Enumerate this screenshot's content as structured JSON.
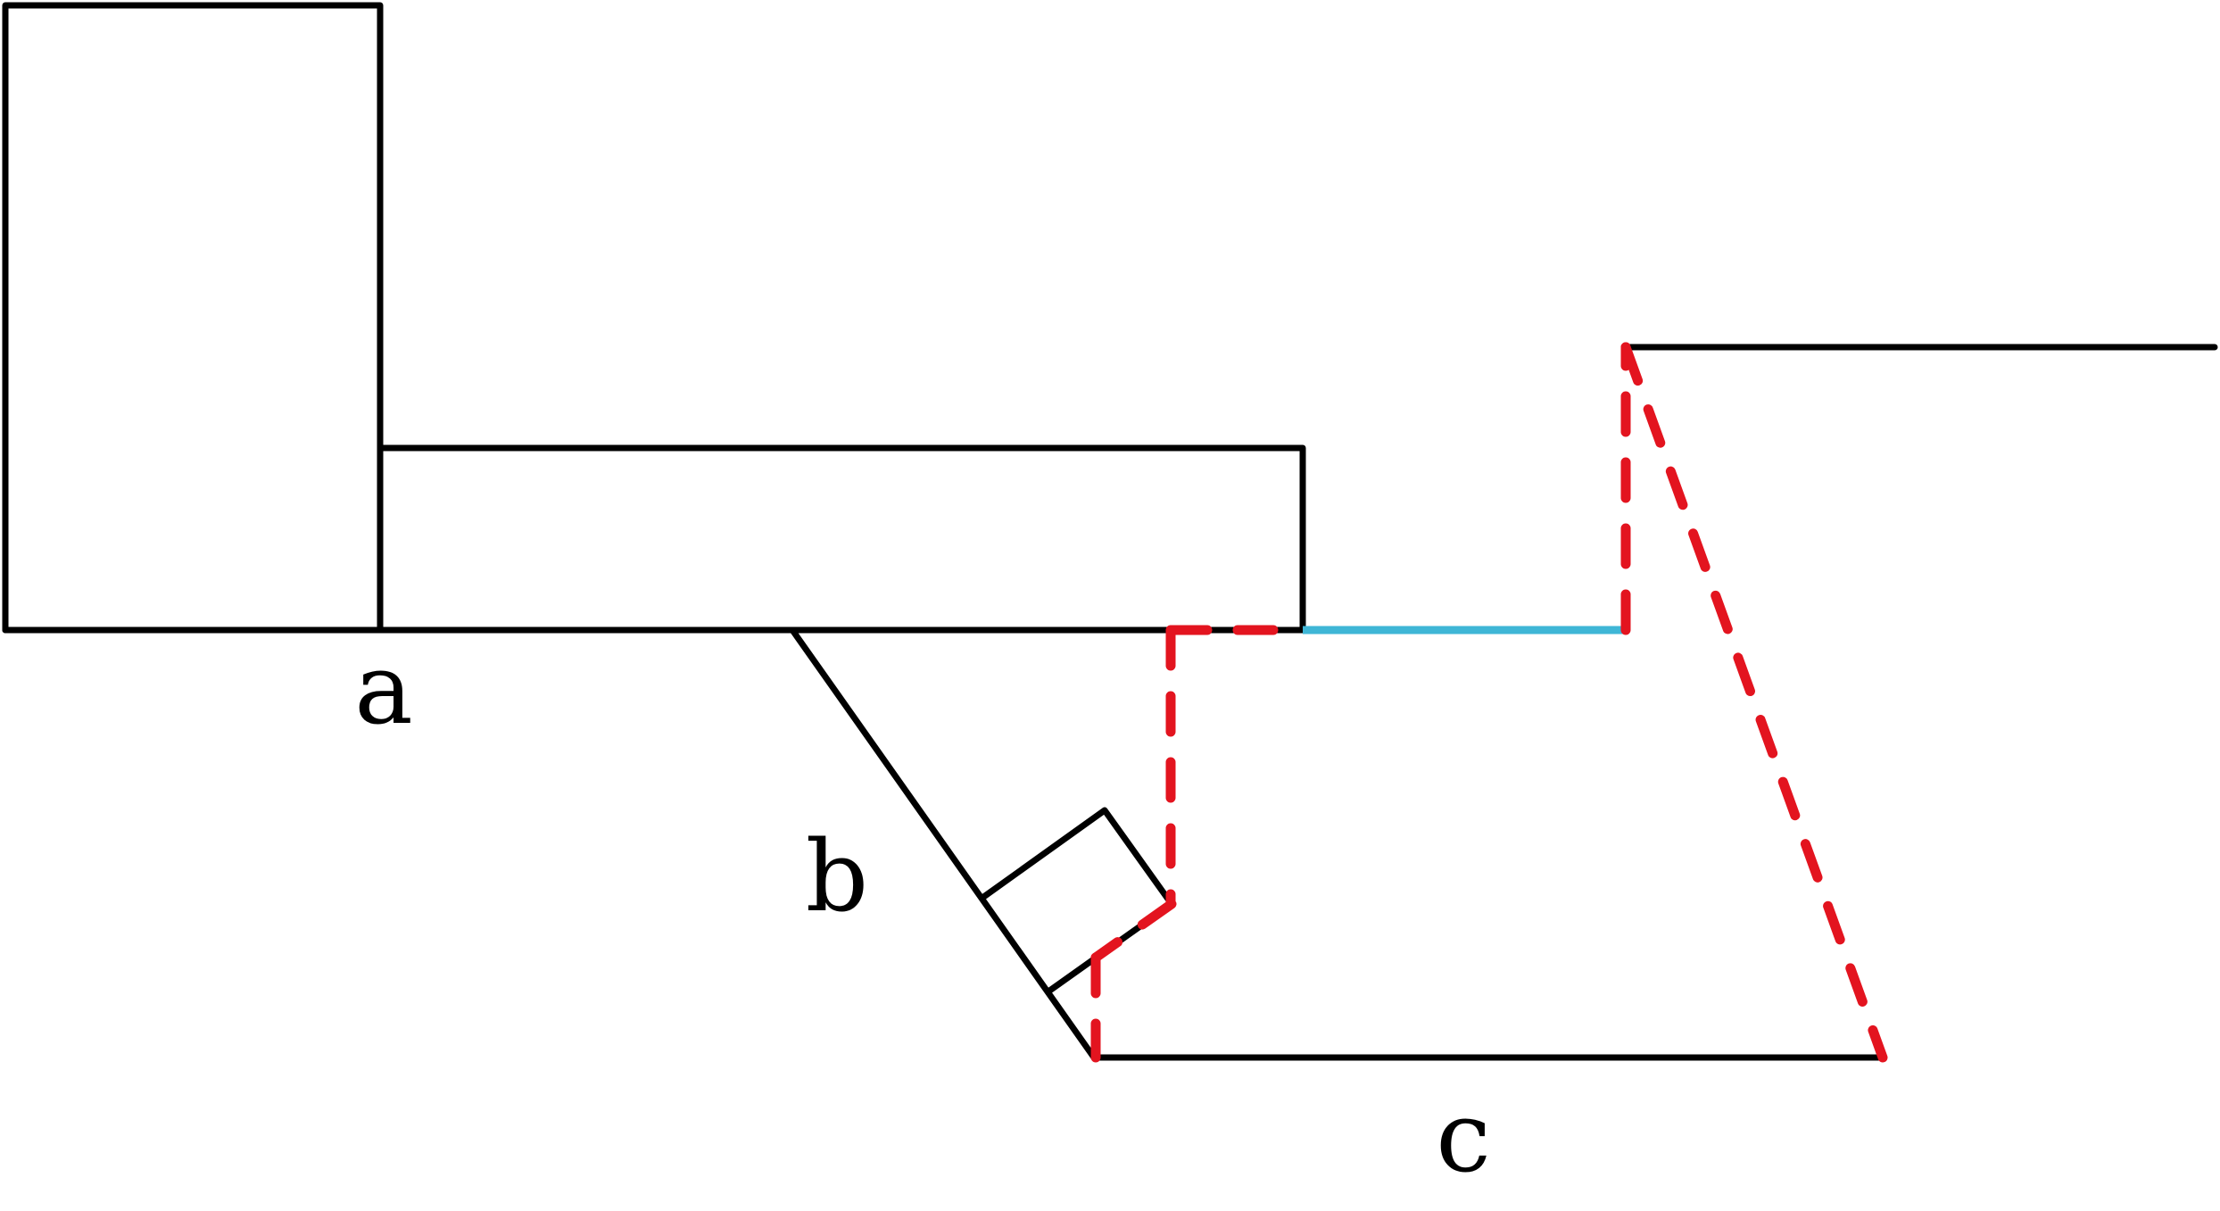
{
  "labels": {
    "a": "a",
    "b": "b",
    "c": "c"
  },
  "colors": {
    "line": "#000000",
    "projection": "#e3141f",
    "highlight": "#3fb6d6",
    "background": "#ffffff"
  }
}
